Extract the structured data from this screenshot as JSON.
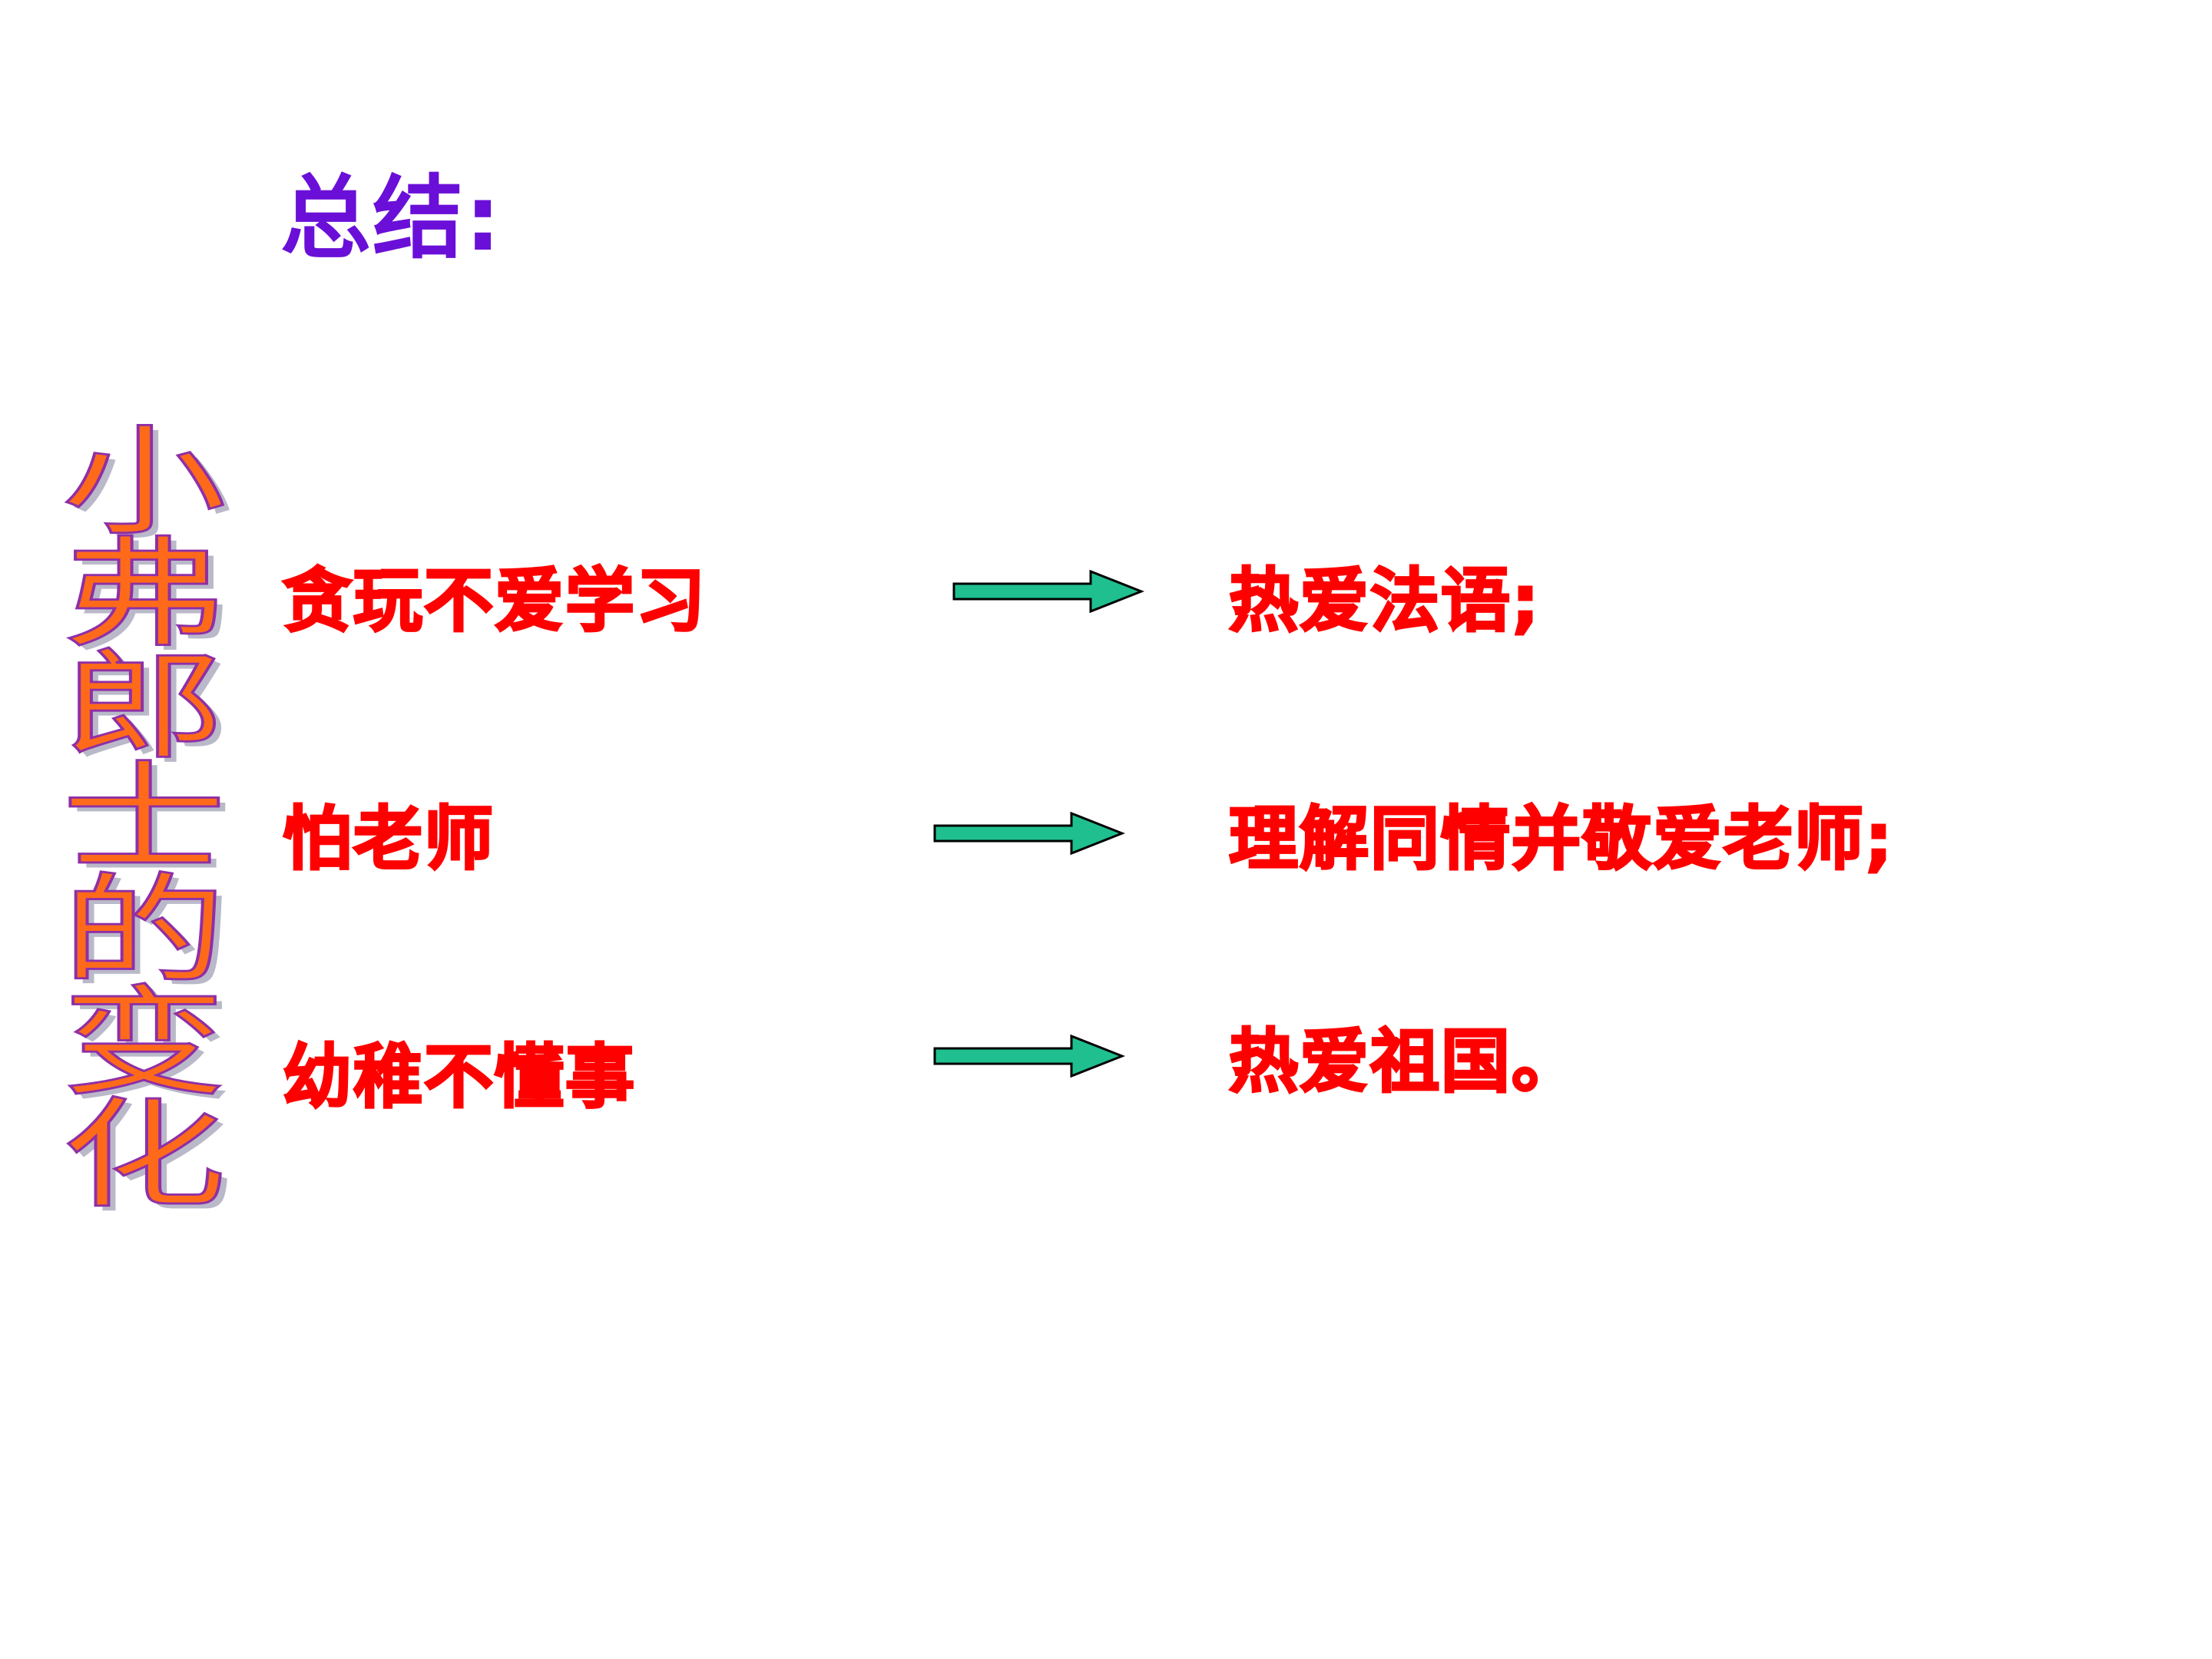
{
  "slide": {
    "summary_title": "总结:",
    "vertical_title": "小弗郎士的变化",
    "colors": {
      "title": "#6a0fd8",
      "vertical_fill": "#ff6a1a",
      "vertical_outline": "#8f2fa6",
      "row_text": "#ff0000",
      "arrow_fill": "#1fbf8f",
      "arrow_stroke": "#000000"
    },
    "rows": [
      {
        "before": "贪玩不爱学习",
        "after": "热爱法语;"
      },
      {
        "before": "怕老师",
        "after": "理解同情并敬爱老师;"
      },
      {
        "before": "幼稚不懂事",
        "after": "热爱祖国。"
      }
    ]
  }
}
